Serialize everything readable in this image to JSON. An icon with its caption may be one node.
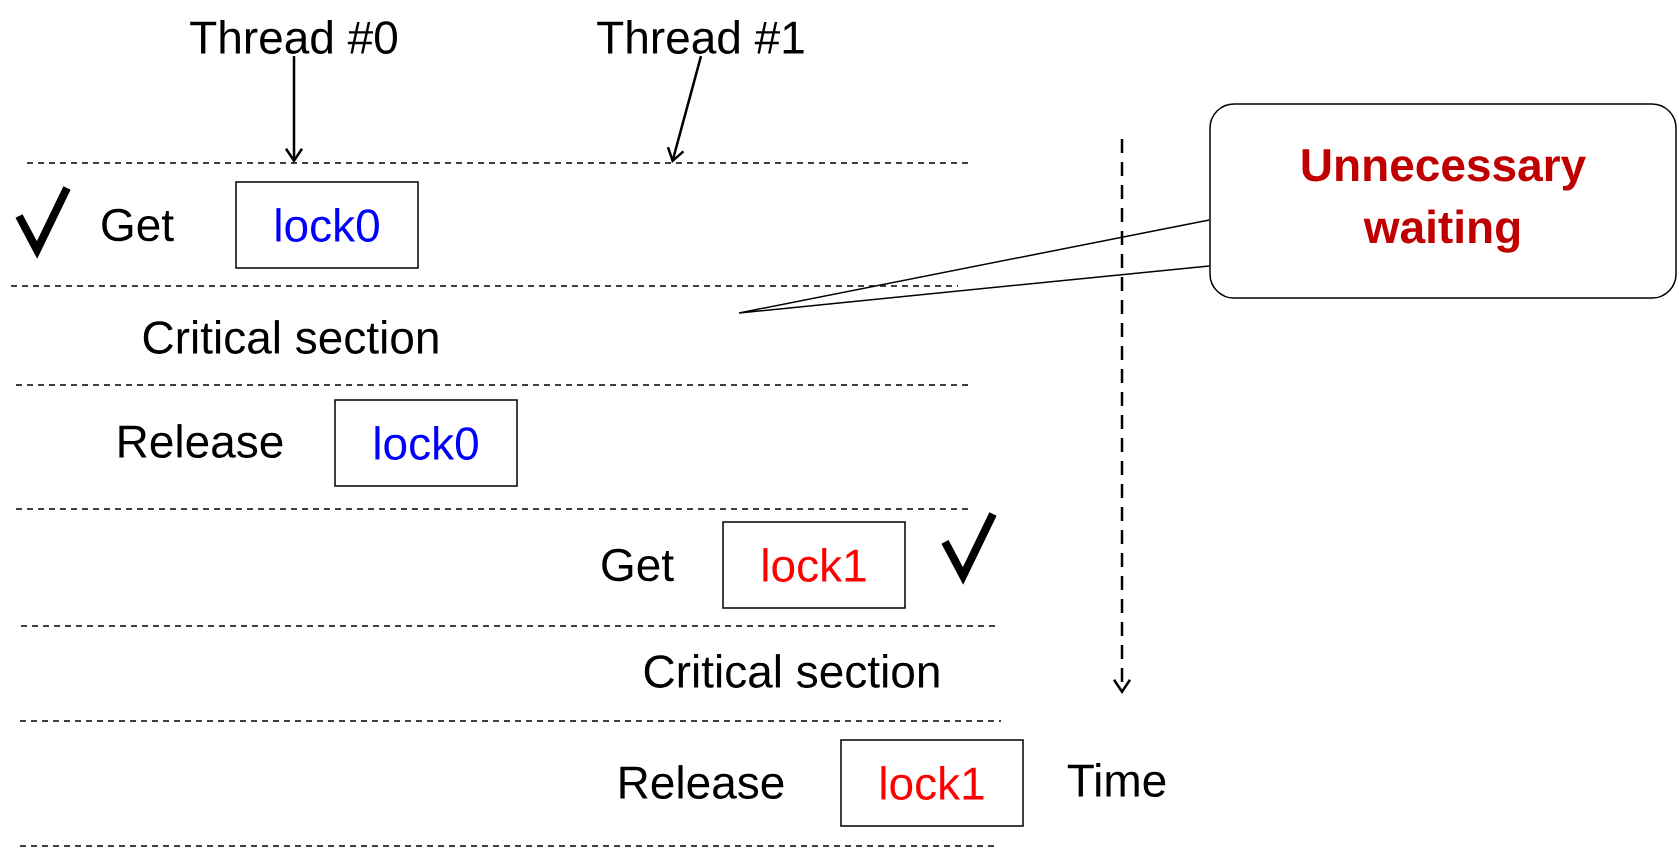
{
  "diagram": {
    "nodes": [
      {
        "text": [
          "Thread #0"
        ]
      },
      {
        "text": [
          "Thread #1"
        ]
      },
      {
        "text": [
          "lock0"
        ]
      },
      {
        "text": [
          "lock0"
        ]
      },
      {
        "text": [
          "lock1"
        ]
      },
      {
        "text": [
          "lock1"
        ]
      },
      {
        "text": [
          "Unnecessary waiting"
        ]
      }
    ],
    "edges": [
      {
        "from": 0,
        "to": null,
        "arrow": "to"
      },
      {
        "from": 1,
        "to": null,
        "arrow": "to"
      },
      {
        "from": 6,
        "to": null,
        "arrow": "none"
      }
    ],
    "labels": [
      "Get",
      "Critical section",
      "Release",
      "Get",
      "Critical section",
      "Release",
      "Time"
    ]
  }
}
